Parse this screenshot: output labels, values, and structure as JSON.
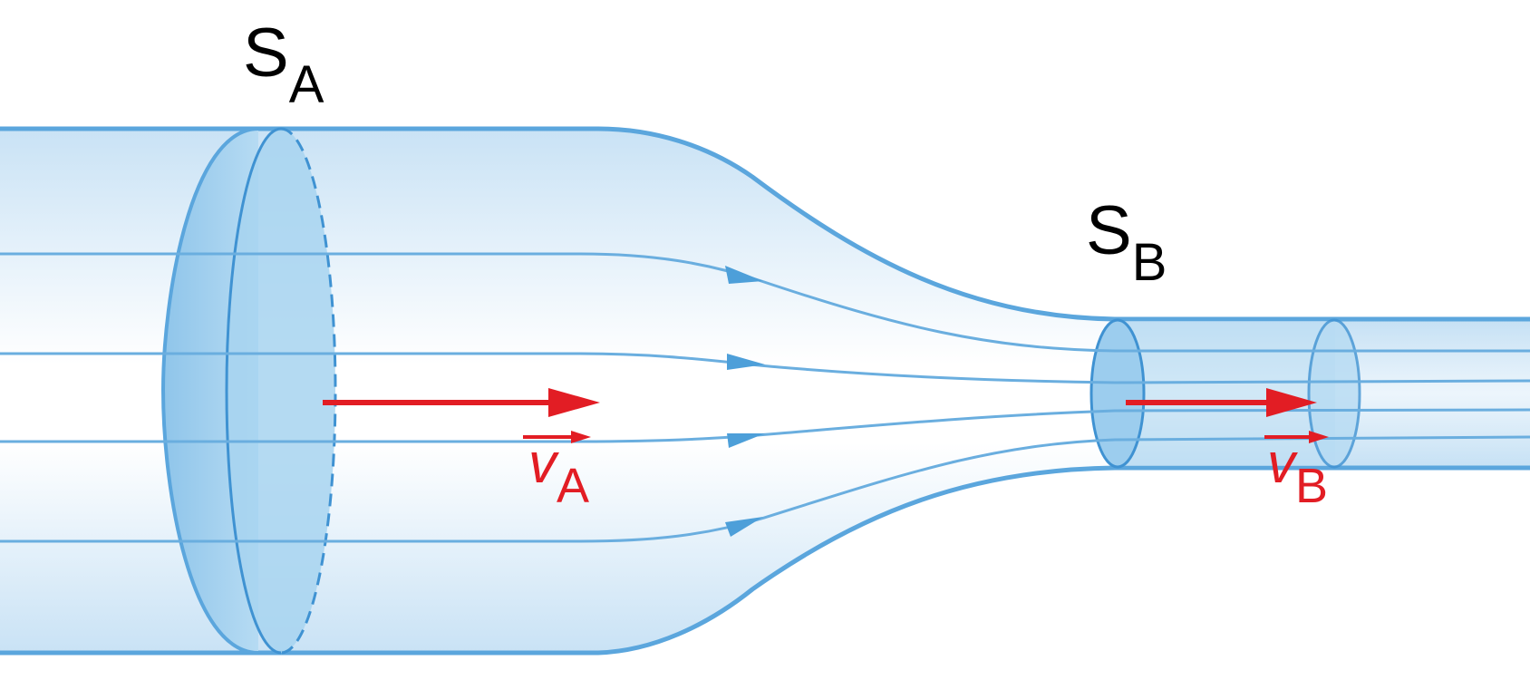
{
  "labels": {
    "section_a_symbol": "S",
    "section_a_subscript": "A",
    "section_b_symbol": "S",
    "section_b_subscript": "B",
    "velocity_a_symbol": "v",
    "velocity_a_subscript": "A",
    "velocity_b_symbol": "v",
    "velocity_b_subscript": "B"
  },
  "colors": {
    "pipe_outline": "#5ba6dd",
    "pipe_fill": "#cfe6f6",
    "disc_fill": "#9ccdee",
    "streamline": "#6aaedf",
    "velocity_arrow": "#e21d24",
    "label_text": "#000000"
  },
  "icons": {
    "streamline_arrowhead": "triangle-arrowhead",
    "velocity_arrow": "right-arrow"
  }
}
